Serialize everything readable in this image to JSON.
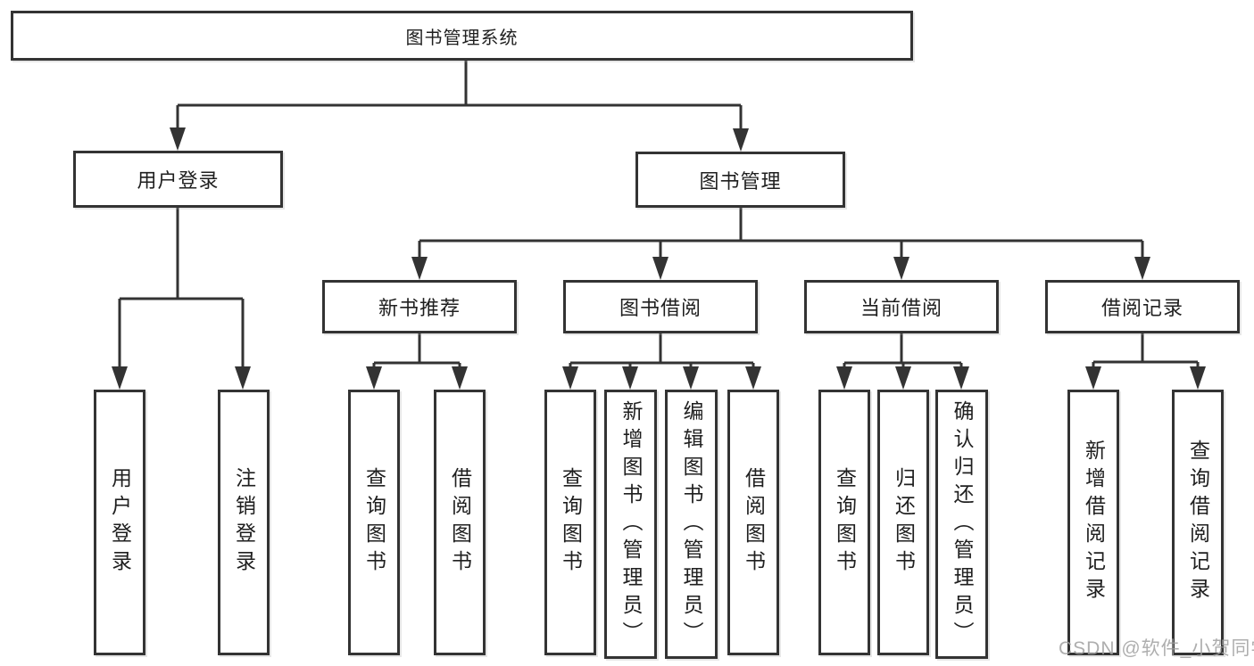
{
  "diagram": {
    "root": {
      "label": "图书管理系统"
    },
    "branches": [
      {
        "label": "用户登录",
        "children": [
          {
            "label": "用户登录"
          },
          {
            "label": "注销登录"
          }
        ]
      },
      {
        "label": "图书管理",
        "children": [
          {
            "label": "新书推荐",
            "children": [
              {
                "label": "查询图书"
              },
              {
                "label": "借阅图书"
              }
            ]
          },
          {
            "label": "图书借阅",
            "children": [
              {
                "label": "查询图书"
              },
              {
                "label": "新增图书（管理员）"
              },
              {
                "label": "编辑图书（管理员）"
              },
              {
                "label": "借阅图书"
              }
            ]
          },
          {
            "label": "当前借阅",
            "children": [
              {
                "label": "查询图书"
              },
              {
                "label": "归还图书"
              },
              {
                "label": "确认归还（管理员）"
              }
            ]
          },
          {
            "label": "借阅记录",
            "children": [
              {
                "label": "新增借阅记录"
              },
              {
                "label": "查询借阅记录"
              }
            ]
          }
        ]
      }
    ]
  },
  "watermark": {
    "text": "CSDN @软件_小贺同学"
  },
  "colors": {
    "line": "#333333",
    "text": "#1f1f1f",
    "watermark": "#a0a0a0",
    "background": "#ffffff"
  }
}
